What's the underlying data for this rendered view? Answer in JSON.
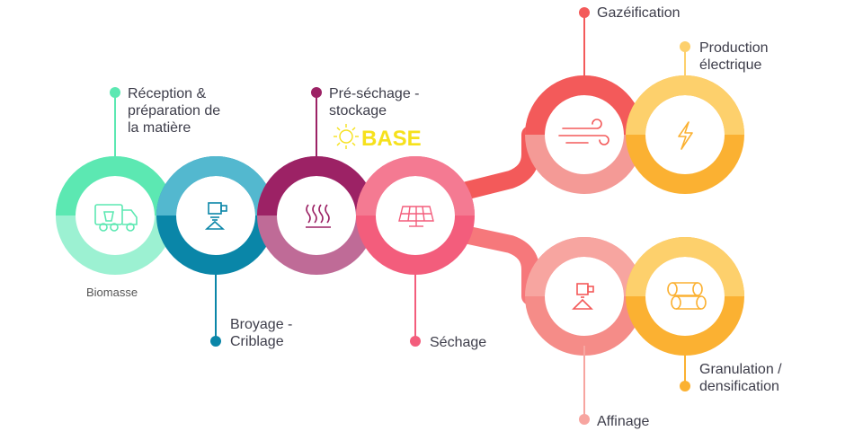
{
  "colors": {
    "green": "#5ce8b2",
    "green_light": "#9cf1d2",
    "teal": "#2aa9c3",
    "teal_dark": "#0a86a8",
    "plum": "#9c2265",
    "plum_light": "#bf6b97",
    "pink": "#f25877",
    "salmon": "#f6787b",
    "red": "#f35a5a",
    "red_light": "#f49a96",
    "coral": "#f06a6a",
    "yellow": "#fdd06c",
    "orange": "#fbb132",
    "text": "#3d3d4a"
  },
  "stages": [
    {
      "id": "biomasse",
      "icon": "truck-icon",
      "label_lines": [
        "Biomasse"
      ]
    },
    {
      "id": "reception",
      "icon": "none",
      "label_lines": [
        "Réception  &",
        "préparation de",
        "la matière"
      ]
    },
    {
      "id": "broyage",
      "icon": "crusher-icon",
      "label_lines": [
        "Broyage -",
        "Criblage"
      ]
    },
    {
      "id": "presechage",
      "icon": "heat-waves-icon",
      "label_lines": [
        "Pré-séchage -",
        "stockage"
      ]
    },
    {
      "id": "sechage",
      "icon": "solar-panel-icon",
      "label_lines": [
        "Séchage"
      ]
    },
    {
      "id": "gazeification",
      "icon": "wind-icon",
      "label_lines": [
        "Gazéification"
      ]
    },
    {
      "id": "production",
      "icon": "lightning-icon",
      "label_lines": [
        "Production",
        "électrique"
      ]
    },
    {
      "id": "affinage",
      "icon": "refining-icon",
      "label_lines": [
        "Affinage"
      ]
    },
    {
      "id": "granulation",
      "icon": "logs-icon",
      "label_lines": [
        "Granulation /",
        "densification"
      ]
    }
  ],
  "logo": {
    "text": "BASE",
    "icon": "sun-icon",
    "color": "#f6e11c"
  }
}
